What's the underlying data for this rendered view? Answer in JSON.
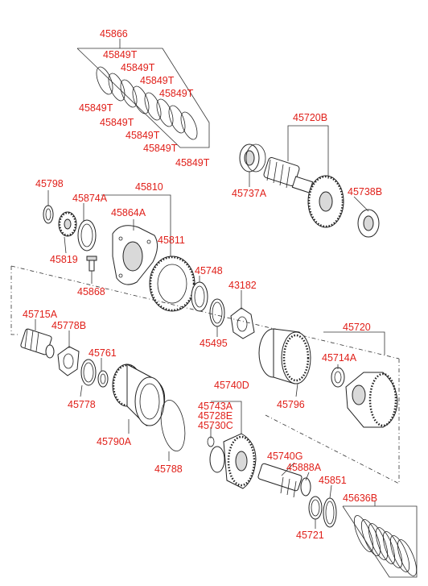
{
  "diagram": {
    "labels": {
      "p45866": "45866",
      "p45849t_1": "45849T",
      "p45849t_2": "45849T",
      "p45849t_3": "45849T",
      "p45849t_4": "45849T",
      "p45849t_5": "45849T",
      "p45849t_6": "45849T",
      "p45849t_7": "45849T",
      "p45849t_8": "45849T",
      "p45849t_9": "45849T",
      "p45720b": "45720B",
      "p45737a": "45737A",
      "p45738b": "45738B",
      "p45798": "45798",
      "p45810": "45810",
      "p45874a": "45874A",
      "p45864a": "45864A",
      "p45811": "45811",
      "p45819": "45819",
      "p45868": "45868",
      "p45748": "45748",
      "p43182": "43182",
      "p45495": "45495",
      "p45715a": "45715A",
      "p45778b": "45778B",
      "p45761": "45761",
      "p45778": "45778",
      "p45720": "45720",
      "p45714a": "45714A",
      "p45796": "45796",
      "p45790a": "45790A",
      "p45740d": "45740D",
      "p45743a": "45743A",
      "p45728e": "45728E",
      "p45730c": "45730C",
      "p45788": "45788",
      "p45740g": "45740G",
      "p45888a": "45888A",
      "p45851": "45851",
      "p45636b": "45636B",
      "p45721": "45721"
    }
  }
}
